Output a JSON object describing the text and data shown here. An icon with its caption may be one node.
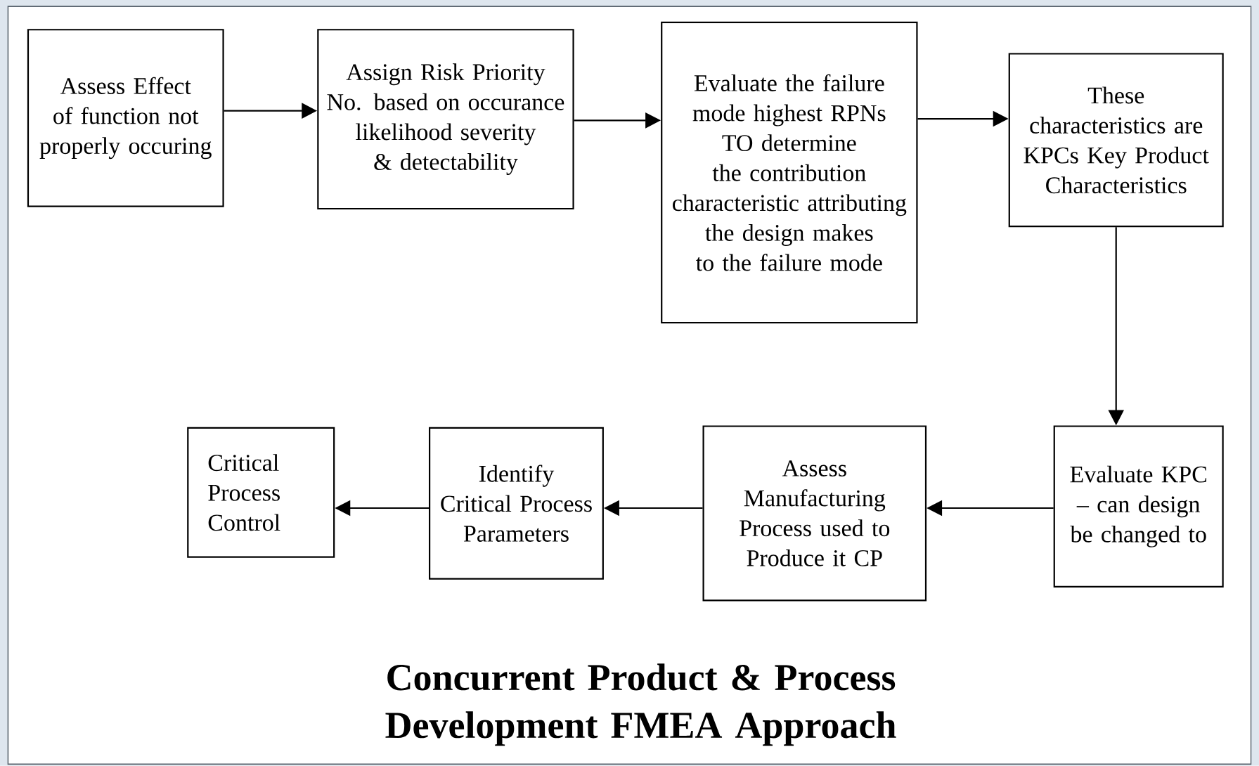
{
  "diagram": {
    "title": "Concurrent Product & Process Development FMEA Approach",
    "nodes": [
      {
        "text": [
          "Assess Effect of function not properly occuring"
        ]
      },
      {
        "text": [
          "Assign Risk Priority No. based on occurance likelihood severity & detectability"
        ]
      },
      {
        "text": [
          "Evaluate the failure mode highest RPNs TO determine the contribution characteristic attributing the design makes to the failure mode"
        ]
      },
      {
        "text": [
          "These characteristics are KPCs Key Product Characteristics"
        ]
      },
      {
        "text": [
          "Evaluate KPC – can design be changed to"
        ]
      },
      {
        "text": [
          "Assess Manufacturing Process used to Produce it CP"
        ]
      },
      {
        "text": [
          "Identify Critical Process Parameters"
        ]
      },
      {
        "text": [
          "Critical Process Control"
        ]
      }
    ],
    "edges": [
      {
        "from": 0,
        "to": 1,
        "arrow": "to"
      },
      {
        "from": 1,
        "to": 2,
        "arrow": "to"
      },
      {
        "from": 2,
        "to": 3,
        "arrow": "to"
      },
      {
        "from": 3,
        "to": 4,
        "arrow": "to"
      },
      {
        "from": 4,
        "to": 5,
        "arrow": "to"
      },
      {
        "from": 5,
        "to": 6,
        "arrow": "to"
      },
      {
        "from": 6,
        "to": 7,
        "arrow": "to"
      }
    ]
  }
}
